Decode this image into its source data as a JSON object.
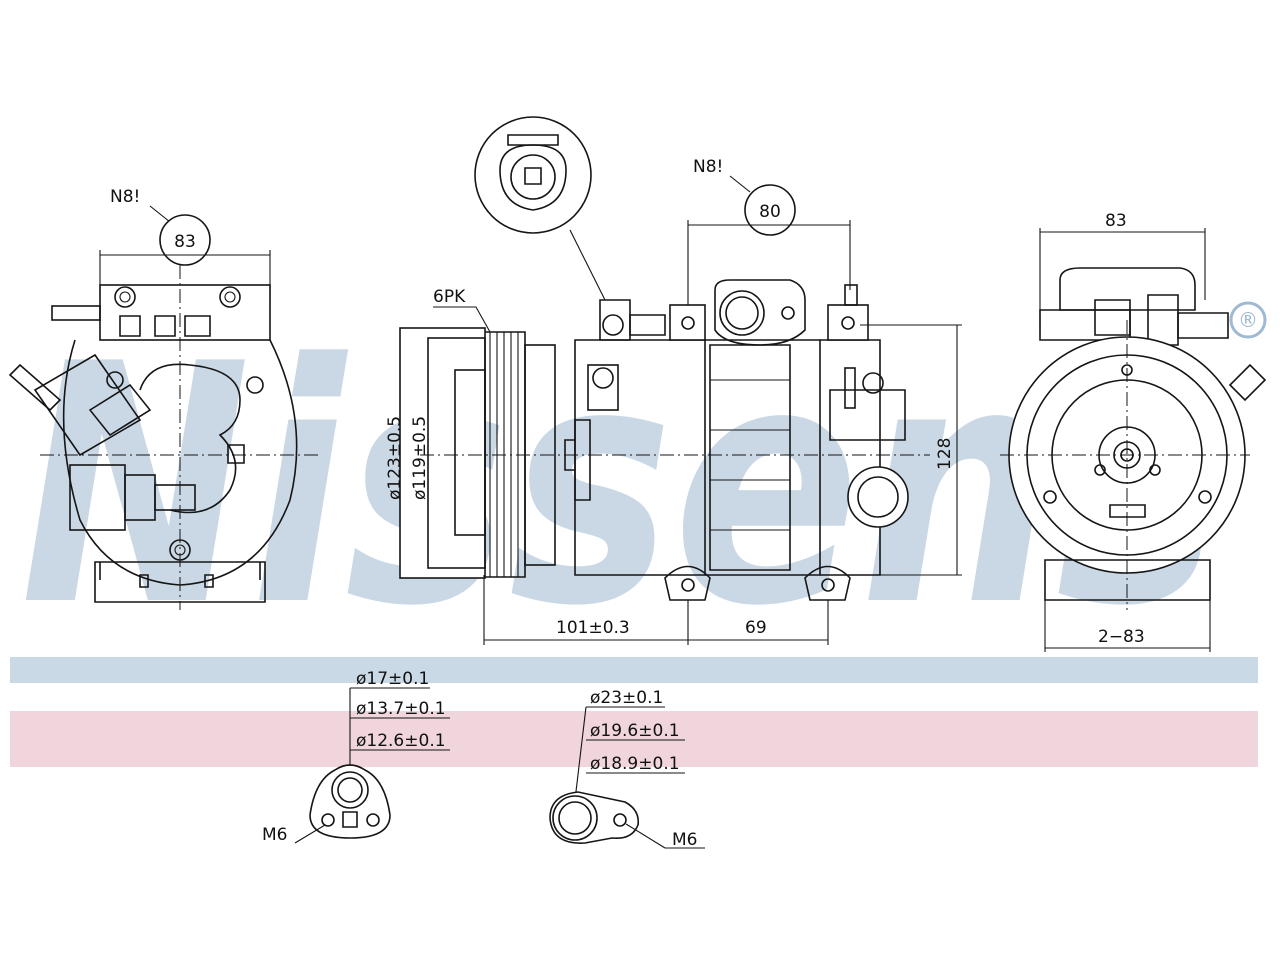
{
  "brand": {
    "watermark": "Nissens",
    "trademark": "®",
    "colors": {
      "watermark": "#9fb9d3",
      "band_blue": "#c9d9e6",
      "band_pink": "#f0d5dc"
    }
  },
  "left_view": {
    "connector_label": "N8!",
    "dimension": "83"
  },
  "pulley": {
    "belt_label": "6PK",
    "dia_outer": "ø123±0.5",
    "dia_inner": "ø119±0.5"
  },
  "side_view": {
    "connector_label": "N8!",
    "top_dim": "80",
    "height_dim": "128",
    "bottom_dim_left": "101±0.3",
    "bottom_dim_right": "69"
  },
  "right_view": {
    "top_dim": "83",
    "bottom_dim": "2−83"
  },
  "fitting_left": {
    "d1": "ø17±0.1",
    "d2": "ø13.7±0.1",
    "d3": "ø12.6±0.1",
    "thread": "M6"
  },
  "fitting_right": {
    "d1": "ø23±0.1",
    "d2": "ø19.6±0.1",
    "d3": "ø18.9±0.1",
    "thread": "M6"
  }
}
